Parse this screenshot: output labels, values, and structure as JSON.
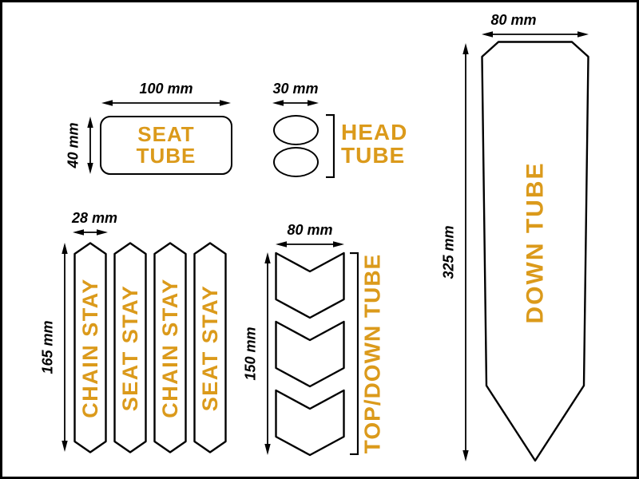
{
  "colors": {
    "accent": "#DB9A1B",
    "outline": "#000000",
    "background": "#FFFFFF"
  },
  "stickers": {
    "seat_tube": {
      "label_line1": "SEAT",
      "label_line2": "TUBE",
      "width": "100 mm",
      "height": "40 mm"
    },
    "head_tube": {
      "label_line1": "HEAD",
      "label_line2": "TUBE",
      "width": "30 mm",
      "oval_count": 2
    },
    "stays": {
      "width": "28 mm",
      "height": "165 mm",
      "strips": [
        "CHAIN STAY",
        "SEAT STAY",
        "CHAIN STAY",
        "SEAT STAY"
      ]
    },
    "top_down_tube": {
      "label": "TOP/DOWN TUBE",
      "width": "80 mm",
      "height": "150 mm",
      "chevron_count": 3
    },
    "down_tube": {
      "label": "DOWN TUBE",
      "width": "80 mm",
      "height": "325 mm"
    }
  }
}
